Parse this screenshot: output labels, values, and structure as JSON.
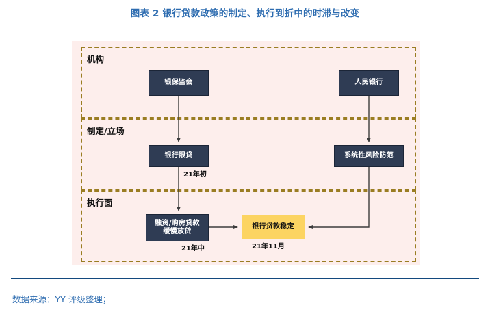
{
  "title": "图表 2 银行贷款政策的制定、执行到折中的时滞与改变",
  "colors": {
    "title_blue": "#2d6cb0",
    "panel_pink": "#fdeeec",
    "lane_dash": "#9a7d22",
    "node_dark": "#2f3c54",
    "node_yellow": "#fcd462",
    "footer_rule": "#13497e"
  },
  "diagram": {
    "lanes": [
      {
        "label": "机构"
      },
      {
        "label": "制定/立场"
      },
      {
        "label": "执行面"
      }
    ],
    "nodes": [
      {
        "id": "cbirc",
        "label": "银保监会",
        "style": "dark"
      },
      {
        "id": "pboc",
        "label": "人民银行",
        "style": "dark"
      },
      {
        "id": "limit",
        "label": "银行限贷",
        "style": "dark"
      },
      {
        "id": "sysrisk",
        "label": "系统性风险防范",
        "style": "dark"
      },
      {
        "id": "slow",
        "line1": "融资/购房贷款",
        "line2": "缓慢放贷",
        "style": "dark"
      },
      {
        "id": "stable",
        "label": "银行贷款稳定",
        "style": "yellow"
      }
    ],
    "stamps": [
      {
        "id": "early",
        "text": "21年初"
      },
      {
        "id": "mid",
        "text": "21年中"
      },
      {
        "id": "nov",
        "text": "21年11月"
      }
    ]
  },
  "footer": {
    "source": "数据来源：YY 评级整理；"
  }
}
